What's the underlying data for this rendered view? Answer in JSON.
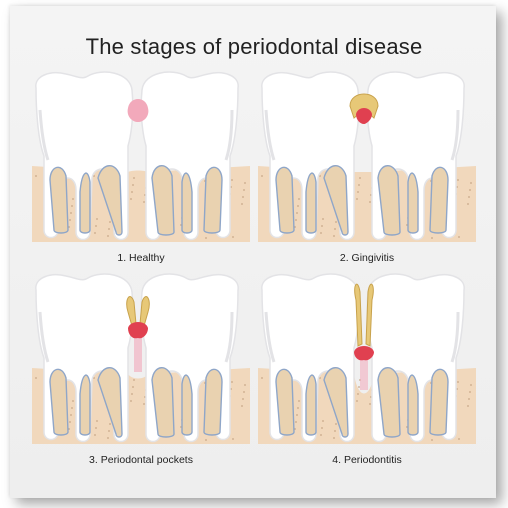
{
  "title": "The stages of periodontal disease",
  "stages": [
    {
      "label": "1. Healthy",
      "stage": 1
    },
    {
      "label": "2. Gingivitis",
      "stage": 2
    },
    {
      "label": "3. Periodontal pockets",
      "stage": 3
    },
    {
      "label": "4. Periodontitis",
      "stage": 4
    }
  ],
  "colors": {
    "enamel": "#ffffff",
    "enamel_shade": "#e3e3e6",
    "dentin": "#e9d2b0",
    "pulp_line": "#8fa6c8",
    "bone": "#f1d8bc",
    "bone_dots": "#c9a88a",
    "healthy_gum": "#f2a9bb",
    "inflamed_gum": "#e04050",
    "plaque": "#e7c877",
    "plaque_edge": "#c8a24c"
  }
}
